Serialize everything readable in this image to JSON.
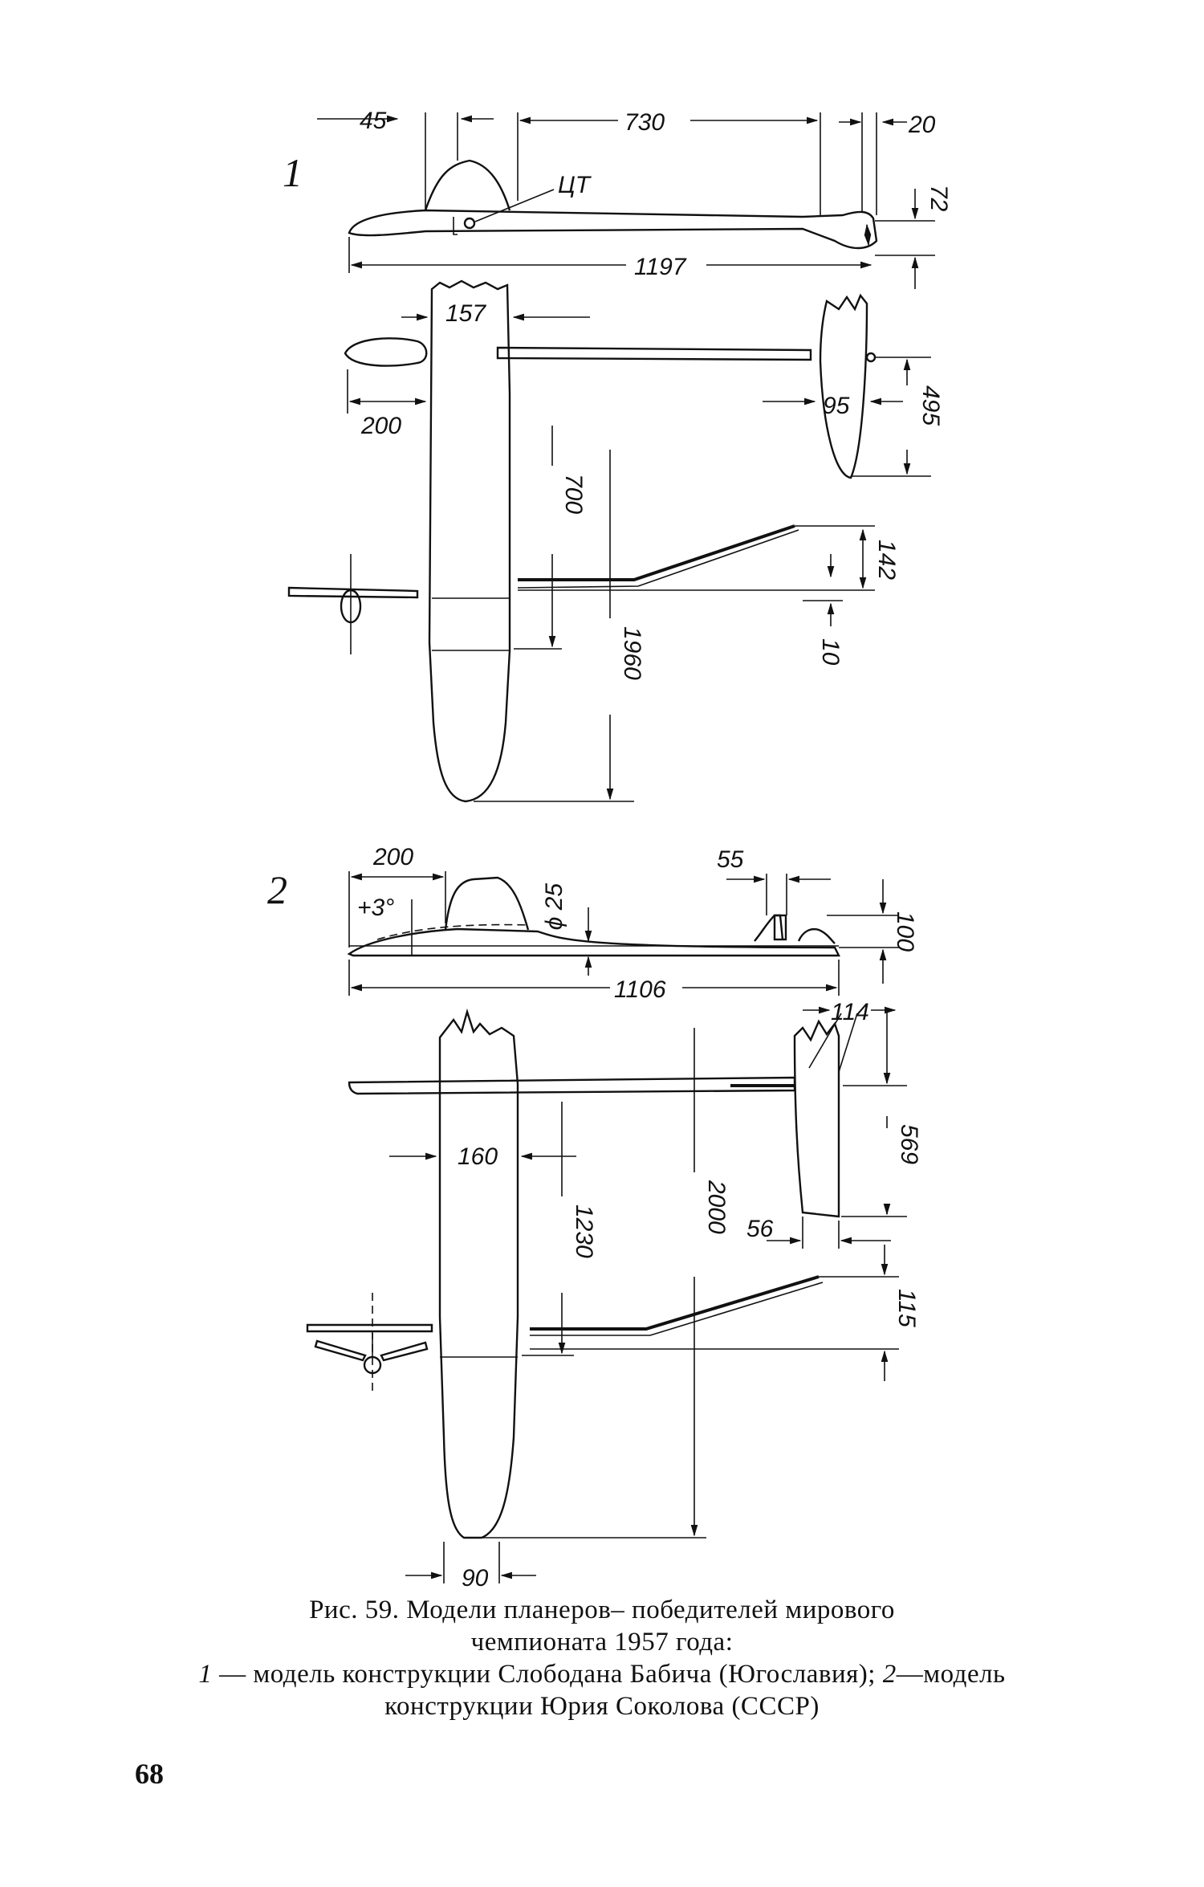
{
  "figure": {
    "model1": {
      "number": "1",
      "dims": {
        "nose_to_wing": "45",
        "wing_to_tail": "730",
        "tail_tip": "20",
        "fin_height": "72",
        "fuselage_length": "1197",
        "wing_chord": "157",
        "stab_offset": "200",
        "stab_chord": "95",
        "stab_span": "495",
        "half_span_center": "700",
        "dihedral_tip": "142",
        "dihedral_center": "10",
        "half_span": "1960"
      },
      "cg_label": "ЦТ"
    },
    "model2": {
      "number": "2",
      "dims": {
        "nose_to_wing": "200",
        "incidence": "+3°",
        "tube_diameter": "ϕ 25",
        "fin_offset": "55",
        "fin_height": "100",
        "fuselage_length": "1106",
        "stab_chord": "114",
        "wing_chord": "160",
        "center_section": "1230",
        "half_span": "2000",
        "stab_span": "569",
        "stab_tip_chord": "56",
        "dihedral": "115",
        "tip_chord": "90"
      }
    }
  },
  "caption": {
    "line1": "Рис. 59. Модели планеров– победителей мирового",
    "line2": "чемпионата 1957 года:",
    "line3_num1": "1",
    "line3_text1": " — модель конструкции Слободана Бабича (Югославия); ",
    "line3_num2": "2",
    "line3_text2": "—модель",
    "line4": "конструкции Юрия Соколова (СССР)"
  },
  "page_number": "68"
}
